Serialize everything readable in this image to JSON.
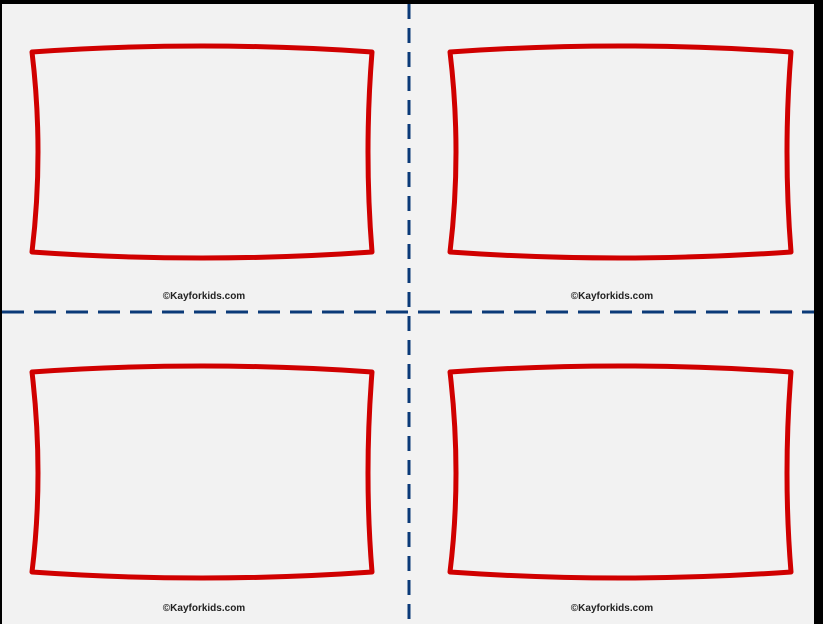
{
  "sheet": {
    "background": "#f2f2f2",
    "frame_color": "#d00000",
    "cut_line_color": "#0b3a78",
    "cards": [
      {
        "credit": "©Kayforkids.com"
      },
      {
        "credit": "©Kayforkids.com"
      },
      {
        "credit": "©Kayforkids.com"
      },
      {
        "credit": "©Kayforkids.com"
      }
    ]
  }
}
